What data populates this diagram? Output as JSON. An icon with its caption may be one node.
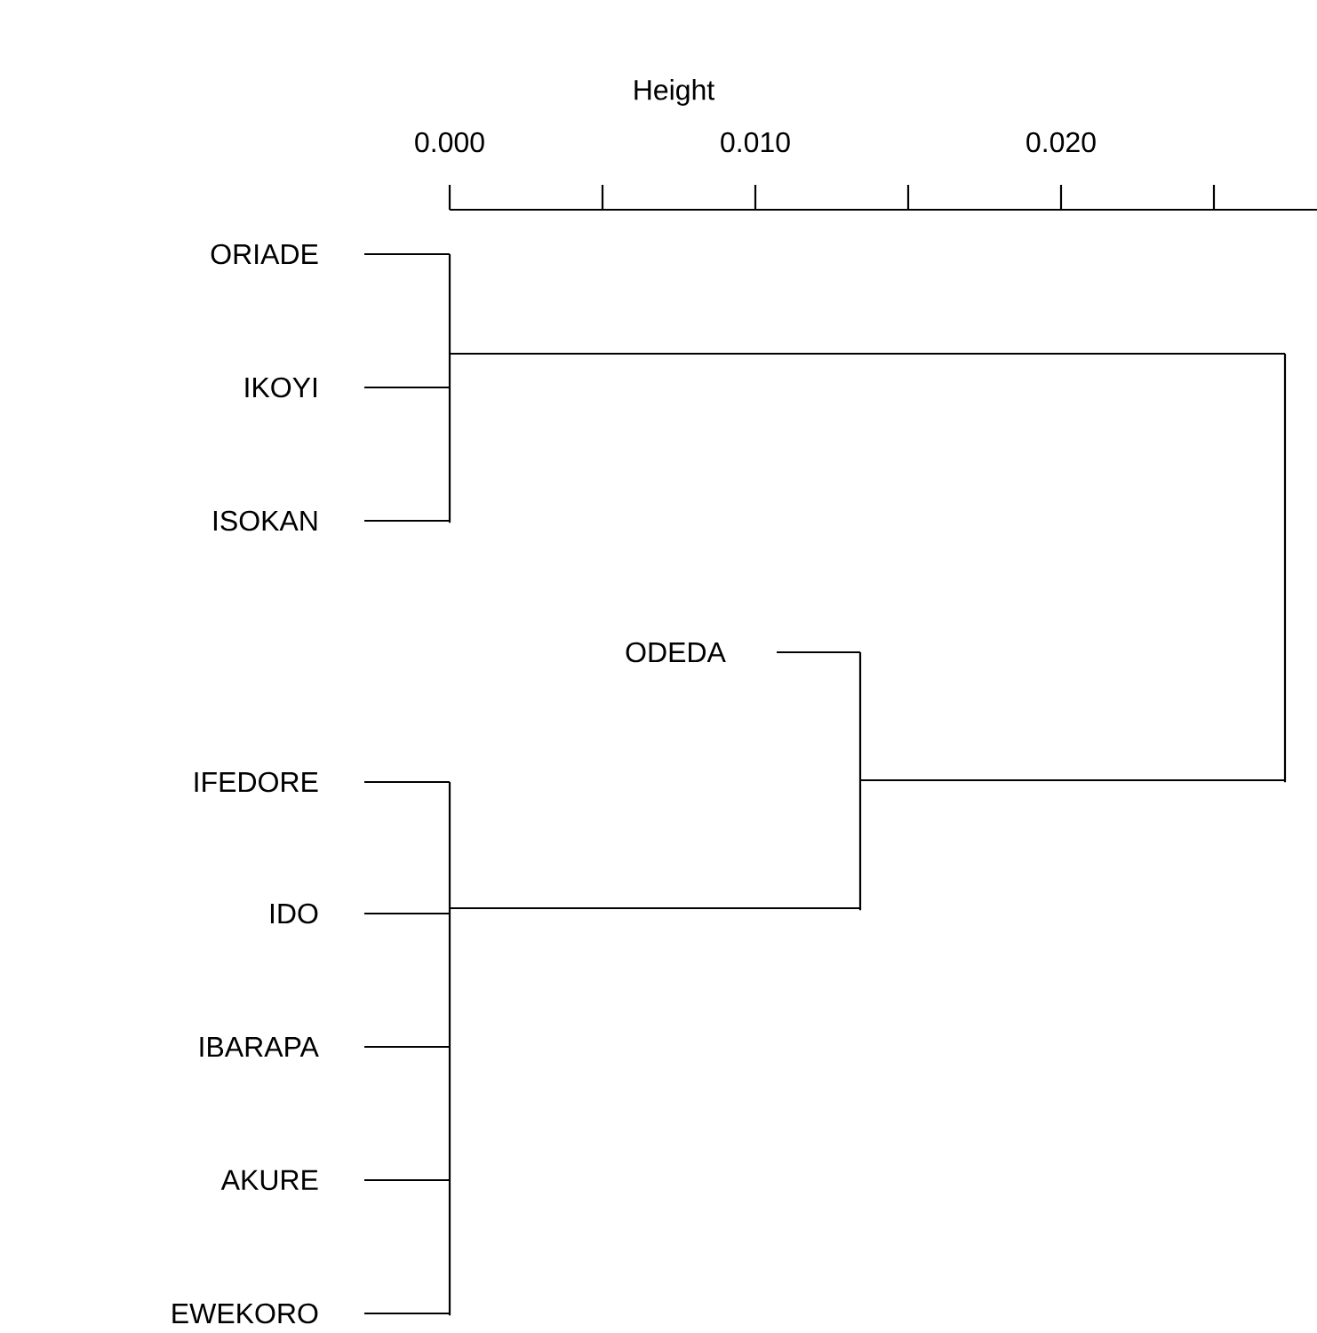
{
  "diagram": {
    "nodes": [
      {
        "text": [
          "ORIADE"
        ]
      },
      {
        "text": [
          "IKOYI"
        ]
      },
      {
        "text": [
          "ISOKAN"
        ]
      },
      {
        "text": [
          "ODEDA"
        ]
      },
      {
        "text": [
          "IFEDORE"
        ]
      },
      {
        "text": [
          "IDO"
        ]
      },
      {
        "text": [
          "IBARAPA"
        ]
      },
      {
        "text": [
          "AKURE"
        ]
      },
      {
        "text": [
          "EWEKORO"
        ]
      },
      {
        "text": [],
        "shape": "bar"
      },
      {
        "text": [],
        "shape": "bar"
      },
      {
        "text": [],
        "shape": "bar"
      },
      {
        "text": [],
        "shape": "bar"
      }
    ],
    "edges": [
      {
        "from": 0,
        "to": 9,
        "arrow": "none"
      },
      {
        "from": 1,
        "to": 9,
        "arrow": "none"
      },
      {
        "from": 2,
        "to": 9,
        "arrow": "none"
      },
      {
        "from": 4,
        "to": 10,
        "arrow": "none"
      },
      {
        "from": 5,
        "to": 10,
        "arrow": "none"
      },
      {
        "from": 6,
        "to": 10,
        "arrow": "none"
      },
      {
        "from": 7,
        "to": 10,
        "arrow": "none"
      },
      {
        "from": 8,
        "to": 10,
        "arrow": "none"
      },
      {
        "from": 3,
        "to": 11,
        "arrow": "none"
      },
      {
        "from": 10,
        "to": 11,
        "arrow": "none"
      },
      {
        "from": 9,
        "to": 12,
        "arrow": "none"
      },
      {
        "from": 11,
        "to": 12,
        "arrow": "none"
      }
    ],
    "labels": [
      "Height",
      "0.000",
      "0.010",
      "0.020"
    ]
  }
}
